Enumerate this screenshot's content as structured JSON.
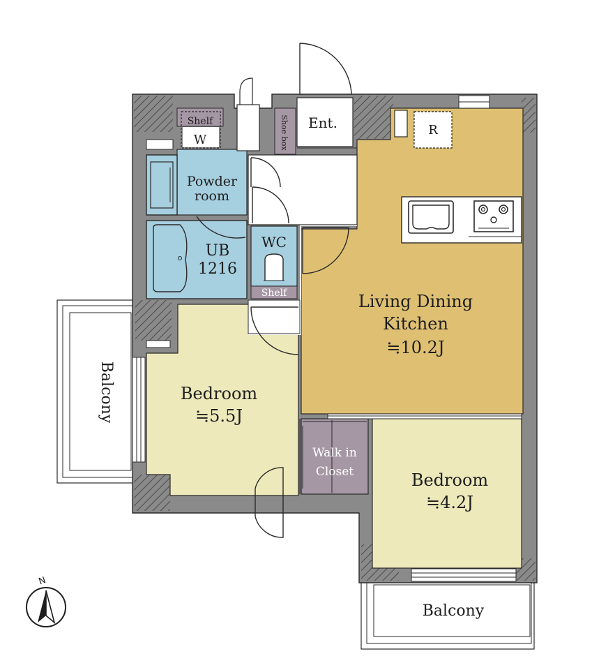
{
  "colors": {
    "wall": "#8a8a8a",
    "ldk": "#dfc073",
    "bedroom": "#ede9bb",
    "wet": "#a6cfdf",
    "storage": "#a697a5",
    "white": "#ffffff"
  },
  "rooms": {
    "entrance": {
      "label": "Ent."
    },
    "shoe_box": {
      "label": "Shoe box"
    },
    "shelf_top": {
      "label": "Shelf"
    },
    "washer": {
      "label": "W"
    },
    "fridge": {
      "label": "R"
    },
    "powder_room": {
      "line1": "Powder",
      "line2": "room"
    },
    "bath": {
      "line1": "UB",
      "line2": "1216"
    },
    "wc": {
      "label": "WC"
    },
    "shelf_wc": {
      "label": "Shelf"
    },
    "ldk": {
      "line1": "Living Dining",
      "line2": "Kitchen",
      "line3": "≒10.2J"
    },
    "bedroom_west": {
      "line1": "Bedroom",
      "line2": "≒5.5J"
    },
    "walk_in": {
      "line1": "Walk in",
      "line2": "Closet"
    },
    "bedroom_south": {
      "line1": "Bedroom",
      "line2": "≒4.2J"
    },
    "balcony_west": {
      "label": "Balcony"
    },
    "balcony_south": {
      "label": "Balcony"
    }
  },
  "compass": {
    "label": "N",
    "icon": "north-arrow-icon"
  }
}
